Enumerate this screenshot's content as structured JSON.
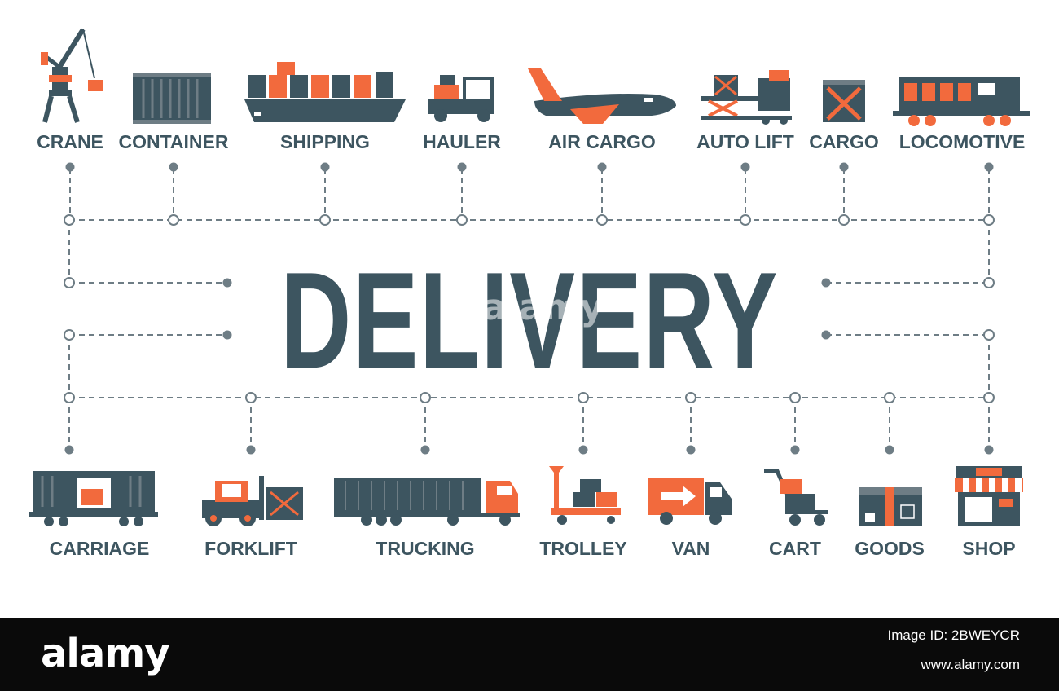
{
  "title": "DELIVERY",
  "colors": {
    "slate": "#3d5560",
    "orange": "#f26a3d",
    "line": "#6e7d85"
  },
  "top_items": [
    {
      "label": "CRANE",
      "icon": "crane-icon"
    },
    {
      "label": "CONTAINER",
      "icon": "container-icon"
    },
    {
      "label": "SHIPPING",
      "icon": "cargo-ship-icon"
    },
    {
      "label": "HAULER",
      "icon": "hauler-icon"
    },
    {
      "label": "AIR CARGO",
      "icon": "cargo-plane-icon"
    },
    {
      "label": "AUTO LIFT",
      "icon": "auto-lift-icon"
    },
    {
      "label": "CARGO",
      "icon": "cargo-crate-icon"
    },
    {
      "label": "LOCOMOTIVE",
      "icon": "locomotive-icon"
    }
  ],
  "bottom_items": [
    {
      "label": "CARRIAGE",
      "icon": "rail-carriage-icon"
    },
    {
      "label": "FORKLIFT",
      "icon": "forklift-icon"
    },
    {
      "label": "TRUCKING",
      "icon": "semi-truck-icon"
    },
    {
      "label": "TROLLEY",
      "icon": "pallet-trolley-icon"
    },
    {
      "label": "VAN",
      "icon": "delivery-van-icon"
    },
    {
      "label": "CART",
      "icon": "hand-cart-icon"
    },
    {
      "label": "GOODS",
      "icon": "goods-box-icon"
    },
    {
      "label": "SHOP",
      "icon": "shop-icon"
    }
  ],
  "watermark": "a alamy",
  "footer": {
    "brand": "alamy",
    "image_id": "Image ID: 2BWEYCR",
    "url": "www.alamy.com"
  }
}
